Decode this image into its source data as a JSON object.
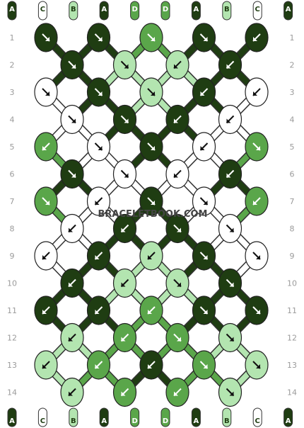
{
  "watermark": "BRACELETBOOK.COM",
  "colors": {
    "A": "#1f3d12",
    "B": "#b3e5b0",
    "C": "#ffffff",
    "D": "#5aa64a"
  },
  "strands_top": [
    "A",
    "C",
    "B",
    "A",
    "D",
    "D",
    "A",
    "B",
    "C",
    "A"
  ],
  "strands_bottom": [
    "A",
    "C",
    "B",
    "A",
    "D",
    "D",
    "A",
    "B",
    "C",
    "A"
  ],
  "row_numbers": [
    "1",
    "2",
    "3",
    "4",
    "5",
    "6",
    "7",
    "8",
    "9",
    "10",
    "11",
    "12",
    "13",
    "14"
  ],
  "knots": [
    [
      {
        "c": "A",
        "d": "br"
      },
      {
        "c": "A",
        "d": "br"
      },
      {
        "c": "D",
        "d": "br"
      },
      {
        "c": "A",
        "d": "br"
      },
      {
        "c": "A",
        "d": "bl"
      }
    ],
    [
      {
        "c": "A",
        "d": "br"
      },
      {
        "c": "B",
        "d": "br"
      },
      {
        "c": "B",
        "d": "bl"
      },
      {
        "c": "A",
        "d": "bl"
      }
    ],
    [
      {
        "c": "C",
        "d": "br"
      },
      {
        "c": "A",
        "d": "br"
      },
      {
        "c": "B",
        "d": "br"
      },
      {
        "c": "A",
        "d": "bl"
      },
      {
        "c": "C",
        "d": "bl"
      }
    ],
    [
      {
        "c": "C",
        "d": "br"
      },
      {
        "c": "A",
        "d": "br"
      },
      {
        "c": "A",
        "d": "bl"
      },
      {
        "c": "C",
        "d": "bl"
      }
    ],
    [
      {
        "c": "D",
        "d": "bl"
      },
      {
        "c": "C",
        "d": "br"
      },
      {
        "c": "A",
        "d": "br"
      },
      {
        "c": "C",
        "d": "bl"
      },
      {
        "c": "D",
        "d": "br"
      }
    ],
    [
      {
        "c": "A",
        "d": "br"
      },
      {
        "c": "C",
        "d": "br"
      },
      {
        "c": "C",
        "d": "bl"
      },
      {
        "c": "A",
        "d": "bl"
      }
    ],
    [
      {
        "c": "D",
        "d": "br"
      },
      {
        "c": "C",
        "d": "bl"
      },
      {
        "c": "A",
        "d": "br"
      },
      {
        "c": "C",
        "d": "br"
      },
      {
        "c": "D",
        "d": "bl"
      }
    ],
    [
      {
        "c": "C",
        "d": "bl"
      },
      {
        "c": "A",
        "d": "bl"
      },
      {
        "c": "A",
        "d": "br"
      },
      {
        "c": "C",
        "d": "br"
      }
    ],
    [
      {
        "c": "C",
        "d": "bl"
      },
      {
        "c": "A",
        "d": "bl"
      },
      {
        "c": "B",
        "d": "bl"
      },
      {
        "c": "A",
        "d": "br"
      },
      {
        "c": "C",
        "d": "br"
      }
    ],
    [
      {
        "c": "A",
        "d": "bl"
      },
      {
        "c": "B",
        "d": "bl"
      },
      {
        "c": "B",
        "d": "br"
      },
      {
        "c": "A",
        "d": "br"
      }
    ],
    [
      {
        "c": "A",
        "d": "bl"
      },
      {
        "c": "A",
        "d": "bl"
      },
      {
        "c": "D",
        "d": "bl"
      },
      {
        "c": "A",
        "d": "br"
      },
      {
        "c": "A",
        "d": "br"
      }
    ],
    [
      {
        "c": "B",
        "d": "bl"
      },
      {
        "c": "D",
        "d": "bl"
      },
      {
        "c": "D",
        "d": "br"
      },
      {
        "c": "B",
        "d": "br"
      }
    ],
    [
      {
        "c": "B",
        "d": "bl"
      },
      {
        "c": "D",
        "d": "bl"
      },
      {
        "c": "A",
        "d": "bl"
      },
      {
        "c": "D",
        "d": "br"
      },
      {
        "c": "B",
        "d": "br"
      }
    ],
    [
      {
        "c": "B",
        "d": "bl"
      },
      {
        "c": "D",
        "d": "bl"
      },
      {
        "c": "D",
        "d": "bl"
      },
      {
        "c": "B",
        "d": "br"
      }
    ]
  ]
}
